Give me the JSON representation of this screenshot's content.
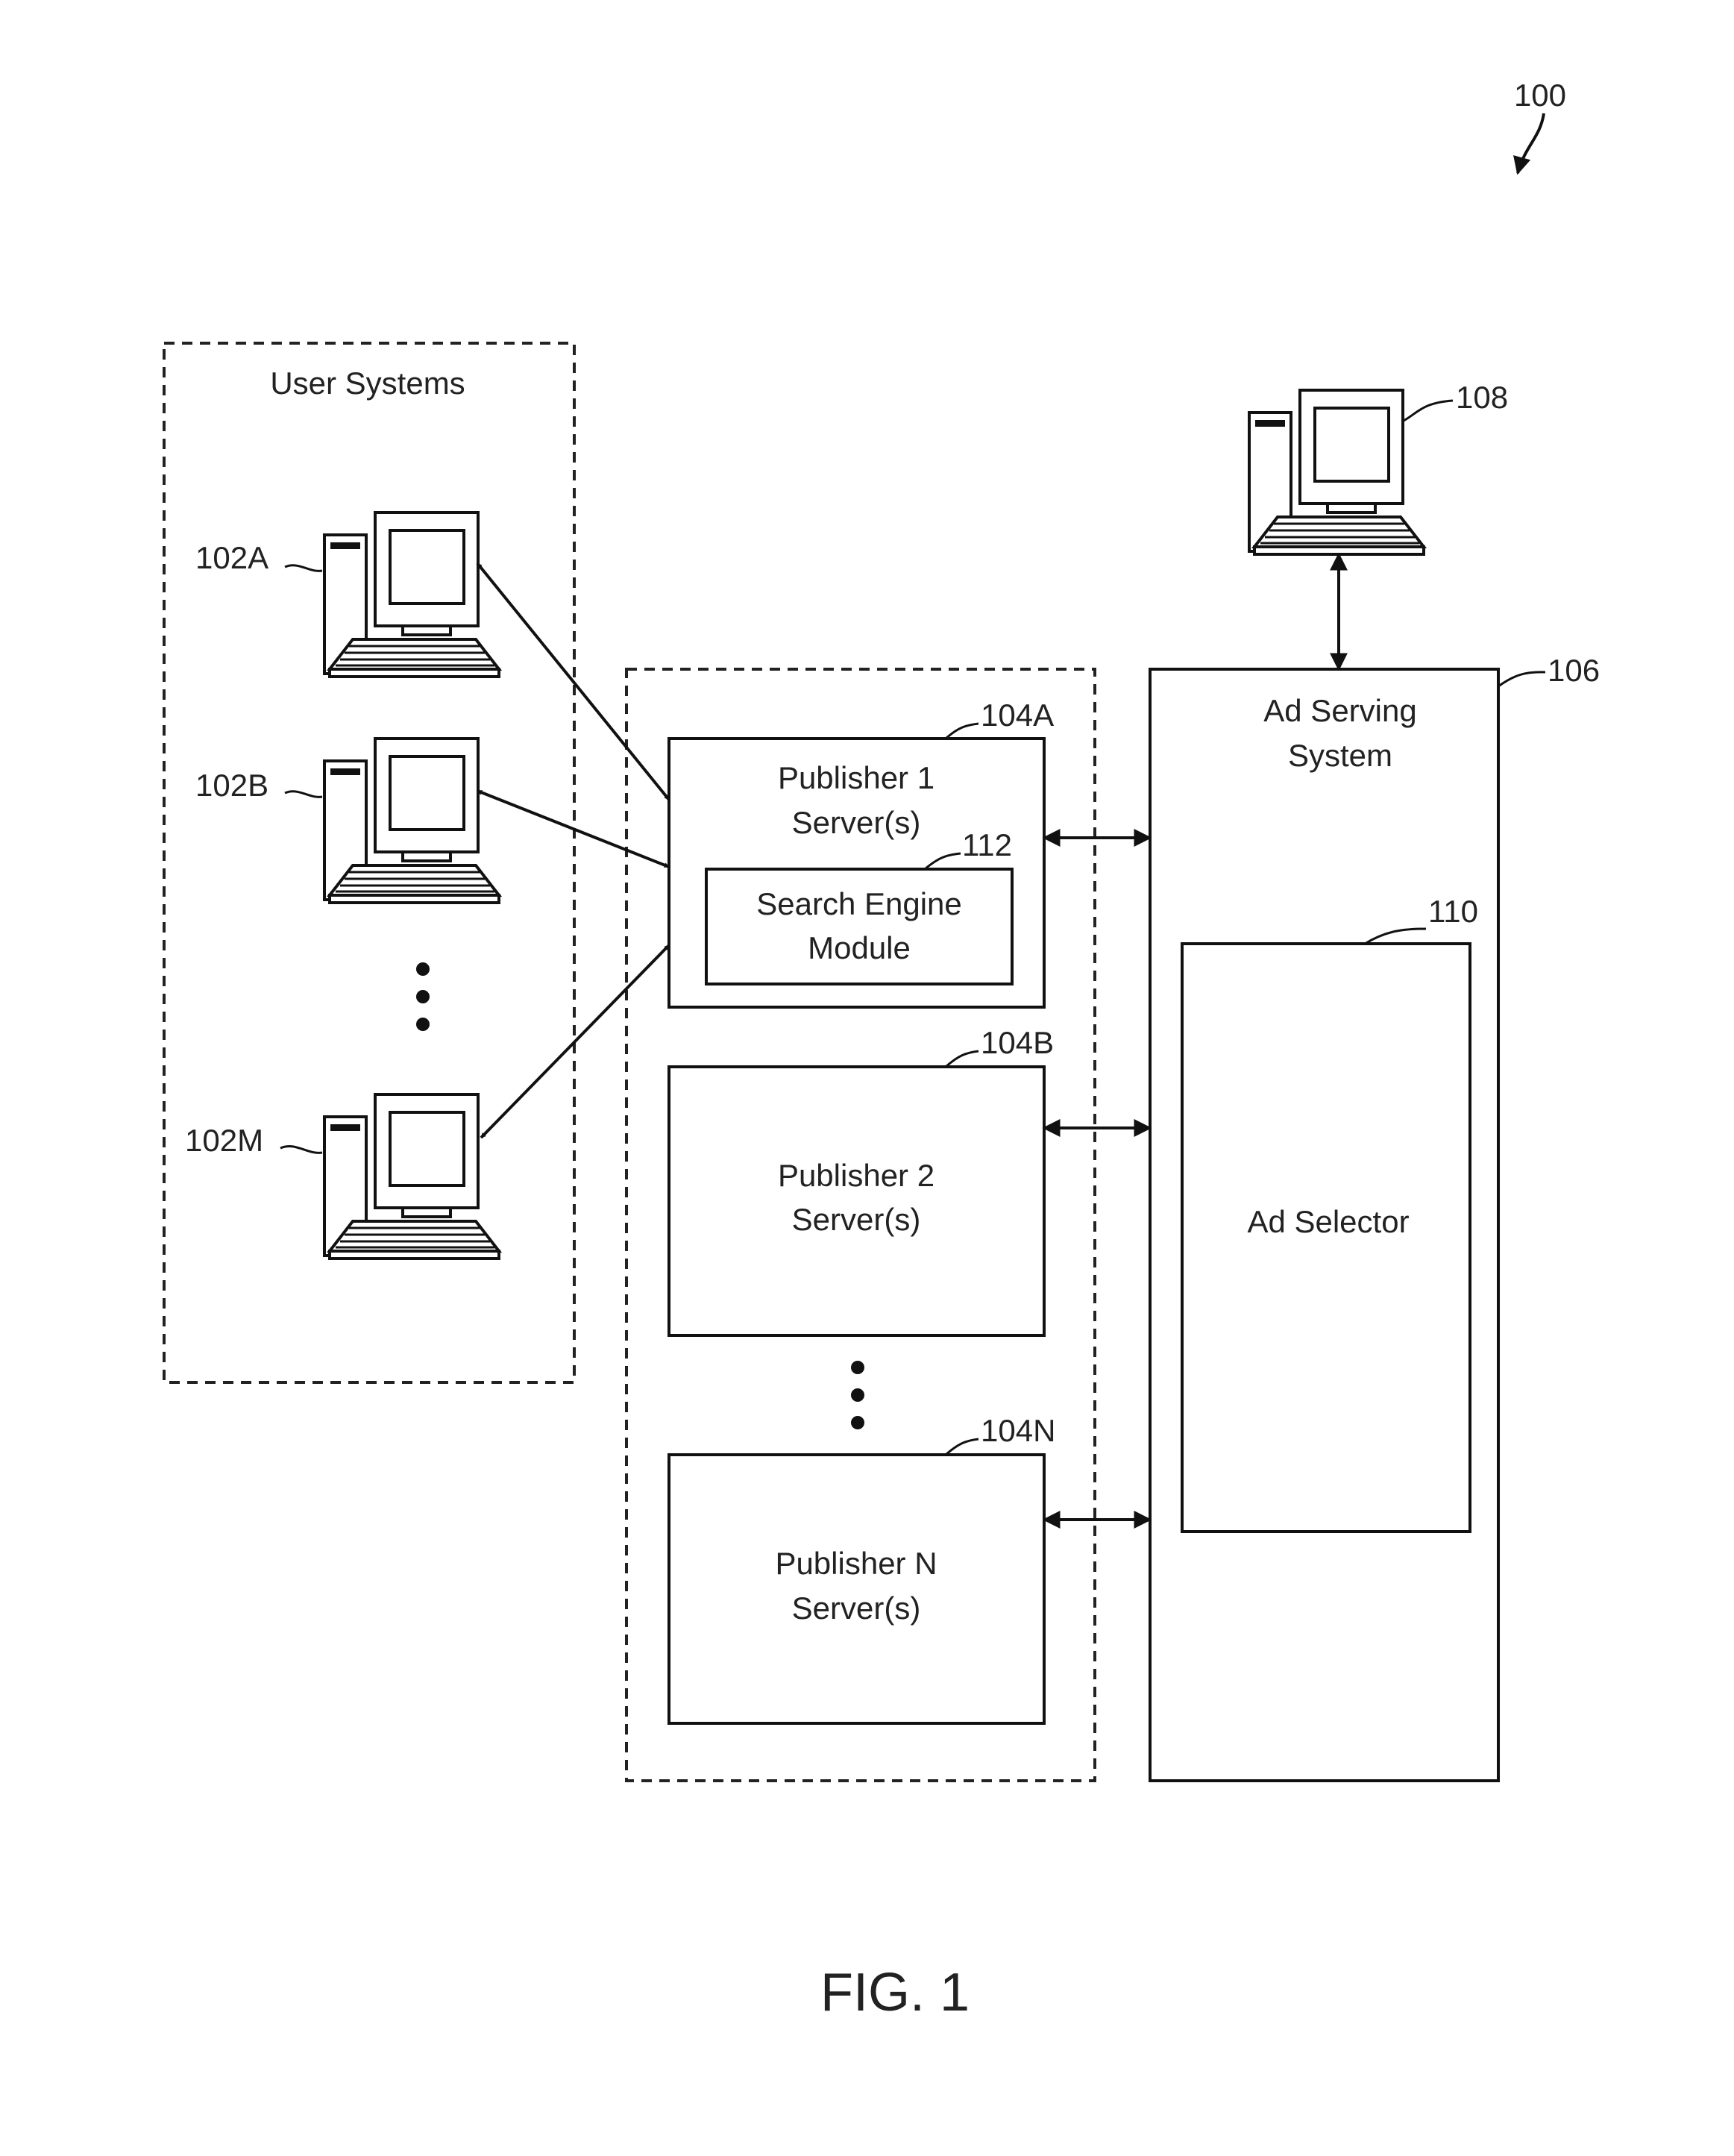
{
  "figure": {
    "ref": "100",
    "caption": "FIG. 1"
  },
  "user_systems": {
    "title": "User Systems",
    "ref_a": "102A",
    "ref_b": "102B",
    "ref_m": "102M"
  },
  "publishers": {
    "p1_line1": "Publisher 1",
    "p1_line2": "Server(s)",
    "p1_ref": "104A",
    "search_line1": "Search Engine",
    "search_line2": "Module",
    "search_ref": "112",
    "p2_line1": "Publisher 2",
    "p2_line2": "Server(s)",
    "p2_ref": "104B",
    "pn_line1": "Publisher N",
    "pn_line2": "Server(s)",
    "pn_ref": "104N"
  },
  "ad_serving": {
    "line1": "Ad Serving",
    "line2": "System",
    "ref": "106",
    "selector_label": "Ad Selector",
    "selector_ref": "110",
    "admin_ref": "108"
  },
  "icons": [
    "computer-icon",
    "ellipsis-icon",
    "double-arrow"
  ]
}
